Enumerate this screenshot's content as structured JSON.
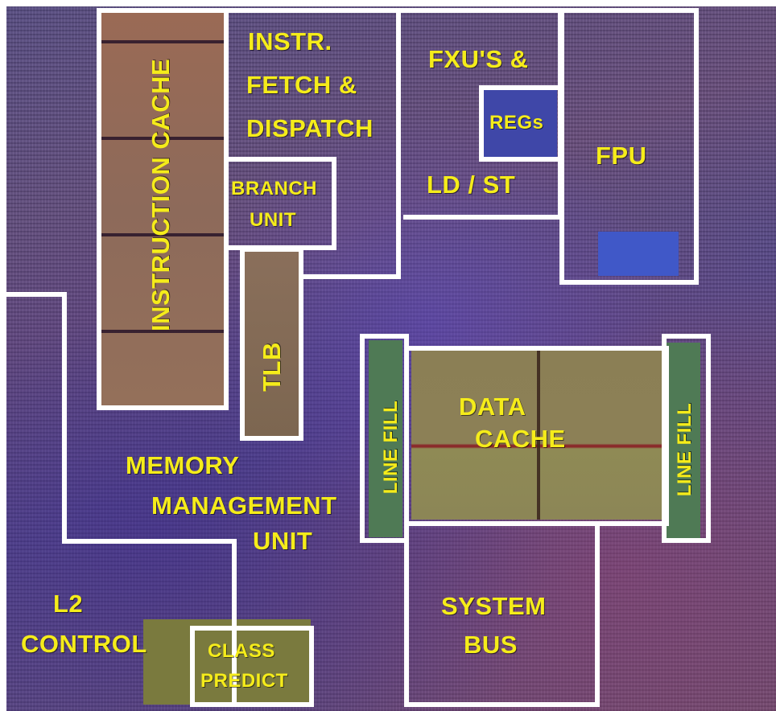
{
  "image": {
    "type": "annotated microprocessor die photograph",
    "label_color": "#f5ec1a",
    "outline_color": "#ffffff"
  },
  "blocks": {
    "instruction_cache": "INSTRUCTION CACHE",
    "instr_fetch": [
      "INSTR.",
      "FETCH &",
      "DISPATCH"
    ],
    "branch_unit": [
      "BRANCH",
      "UNIT"
    ],
    "tlb": "TLB",
    "fxu": "FXU'S &",
    "ld_st": "LD / ST",
    "regs": "REGs",
    "fpu": "FPU",
    "line_fill_left": "LINE FILL",
    "data_cache": [
      "DATA",
      "CACHE"
    ],
    "line_fill_right": "LINE FILL",
    "mmu": [
      "MEMORY",
      "MANAGEMENT",
      "UNIT"
    ],
    "l2_control": [
      "L2",
      "CONTROL"
    ],
    "class_predict": [
      "CLASS",
      "PREDICT"
    ],
    "system_bus": [
      "SYSTEM",
      "BUS"
    ]
  }
}
